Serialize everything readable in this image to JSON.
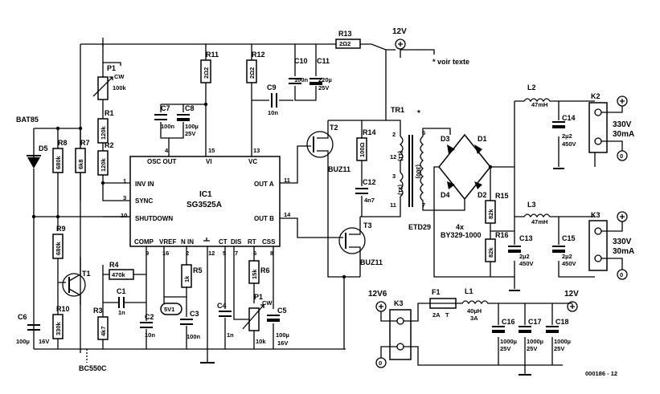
{
  "ic1": {
    "name": "IC1",
    "part": "SG3525A",
    "pins_left": [
      "INV IN",
      "SYNC",
      "SHUTDOWN"
    ],
    "pins_top": [
      "OSC OUT",
      "VI",
      "VC"
    ],
    "pins_right": [
      "OUT A",
      "OUT B"
    ],
    "pins_bottom": [
      "COMP",
      "VREF",
      "N IN",
      "CT",
      "DIS",
      "RT",
      "CSS"
    ],
    "pin_numbers": {
      "inv": "1",
      "sync": "3",
      "sd": "10",
      "osc": "4",
      "vi": "15",
      "vc": "13",
      "outa": "11",
      "outb": "14",
      "comp": "9",
      "vref": "16",
      "nin": "2",
      "gnd": "12",
      "ct": "5",
      "dis": "7",
      "rt": "6",
      "css": "8"
    }
  },
  "labels": {
    "p1_top": "P1",
    "p1_top_cw": "CW",
    "p1_top_val": "100k",
    "r1": "R1",
    "r1_val": "120k",
    "r2": "R2",
    "r2_val": "120k",
    "r7": "R7",
    "r7_val": "6k8",
    "r8": "R8",
    "r8_val": "680k",
    "r9": "R9",
    "r9_val": "680k",
    "r10": "R10",
    "r10_val": "330k",
    "r11": "R11",
    "r11_val": "2Ω2",
    "r12": "R12",
    "r12_val": "2Ω2",
    "r13": "R13",
    "r13_val": "2Ω2",
    "r14": "R14",
    "r14_val": "100Ω",
    "r3": "R3",
    "r3_val": "4k7",
    "r4": "R4",
    "r4_val": "470k",
    "r5": "R5",
    "r5_val": "1k",
    "r6": "R6",
    "r6_val": "15k",
    "r15": "R15",
    "r15_val": "82k",
    "r16": "R16",
    "r16_val": "82k",
    "p1_bot": "P1",
    "p1_bot_cw": "CW",
    "p1_bot_val": "10k",
    "c1": "C1",
    "c1_val": "1n",
    "c2": "C2",
    "c2_val": "10n",
    "c3": "C3",
    "c3_val": "100n",
    "c4": "C4",
    "c4_val": "1n",
    "c5": "C5",
    "c5_val1": "100µ",
    "c5_val2": "16V",
    "c6": "C6",
    "c6_val1": "100µ",
    "c6_val2": "16V",
    "c7": "C7",
    "c7_val": "100n",
    "c8": "C8",
    "c8_val1": "100µ",
    "c8_val2": "25V",
    "c9": "C9",
    "c9_val": "10n",
    "c10": "C10",
    "c10_val": "100n",
    "c11": "C11",
    "c11_val1": "220µ",
    "c11_val2": "25V",
    "c12": "C12",
    "c12_val": "4n7",
    "c13": "C13",
    "c13_val1": "2µ2",
    "c13_val2": "450V",
    "c14": "C14",
    "c14_val1": "2µ2",
    "c14_val2": "450V",
    "c15": "C15",
    "c15_val1": "2µ2",
    "c15_val2": "450V",
    "c16": "C16",
    "c16_val1": "1000µ",
    "c16_val2": "25V",
    "c17": "C17",
    "c17_val1": "1000µ",
    "c17_val2": "25V",
    "c18": "C18",
    "c18_val1": "1000µ",
    "c18_val2": "25V",
    "d5": "D5",
    "bat85": "BAT85",
    "t1": "T1",
    "bc550c": "BC550C",
    "t2": "T2",
    "t3": "T3",
    "buz11_a": "BUZ11",
    "buz11_b": "BUZ11",
    "tr1": "TR1",
    "tr1_star": "*",
    "etd29": "ETD29",
    "w1": "(11)",
    "w2": "(11)",
    "w3": "(300)",
    "tp2": "2",
    "tp12": "12",
    "tp3": "3",
    "tp11": "11",
    "tp6": "6",
    "tp7": "7",
    "d1": "D1",
    "d2": "D2",
    "d3": "D3",
    "d4": "D4",
    "bridge1": "4x",
    "bridge2": "BY329-1000",
    "l1": "L1",
    "l1_val1": "40µH",
    "l1_val2": "3A",
    "l2": "L2",
    "l2_val": "47mH",
    "l3": "L3",
    "l3_val": "47mH",
    "k2": "K2",
    "k3a": "K3",
    "k3b": "K3",
    "out1_v": "330V",
    "out1_i": "30mA",
    "out2_v": "330V",
    "out2_i": "30mA",
    "f1": "F1",
    "f1_val1": "2A",
    "f1_val2": "T",
    "v12_top": "12V",
    "v12_in": "12V6",
    "v12_out": "12V",
    "vref5": "5V1",
    "note": "* voir texte",
    "code": "000186 - 12"
  }
}
